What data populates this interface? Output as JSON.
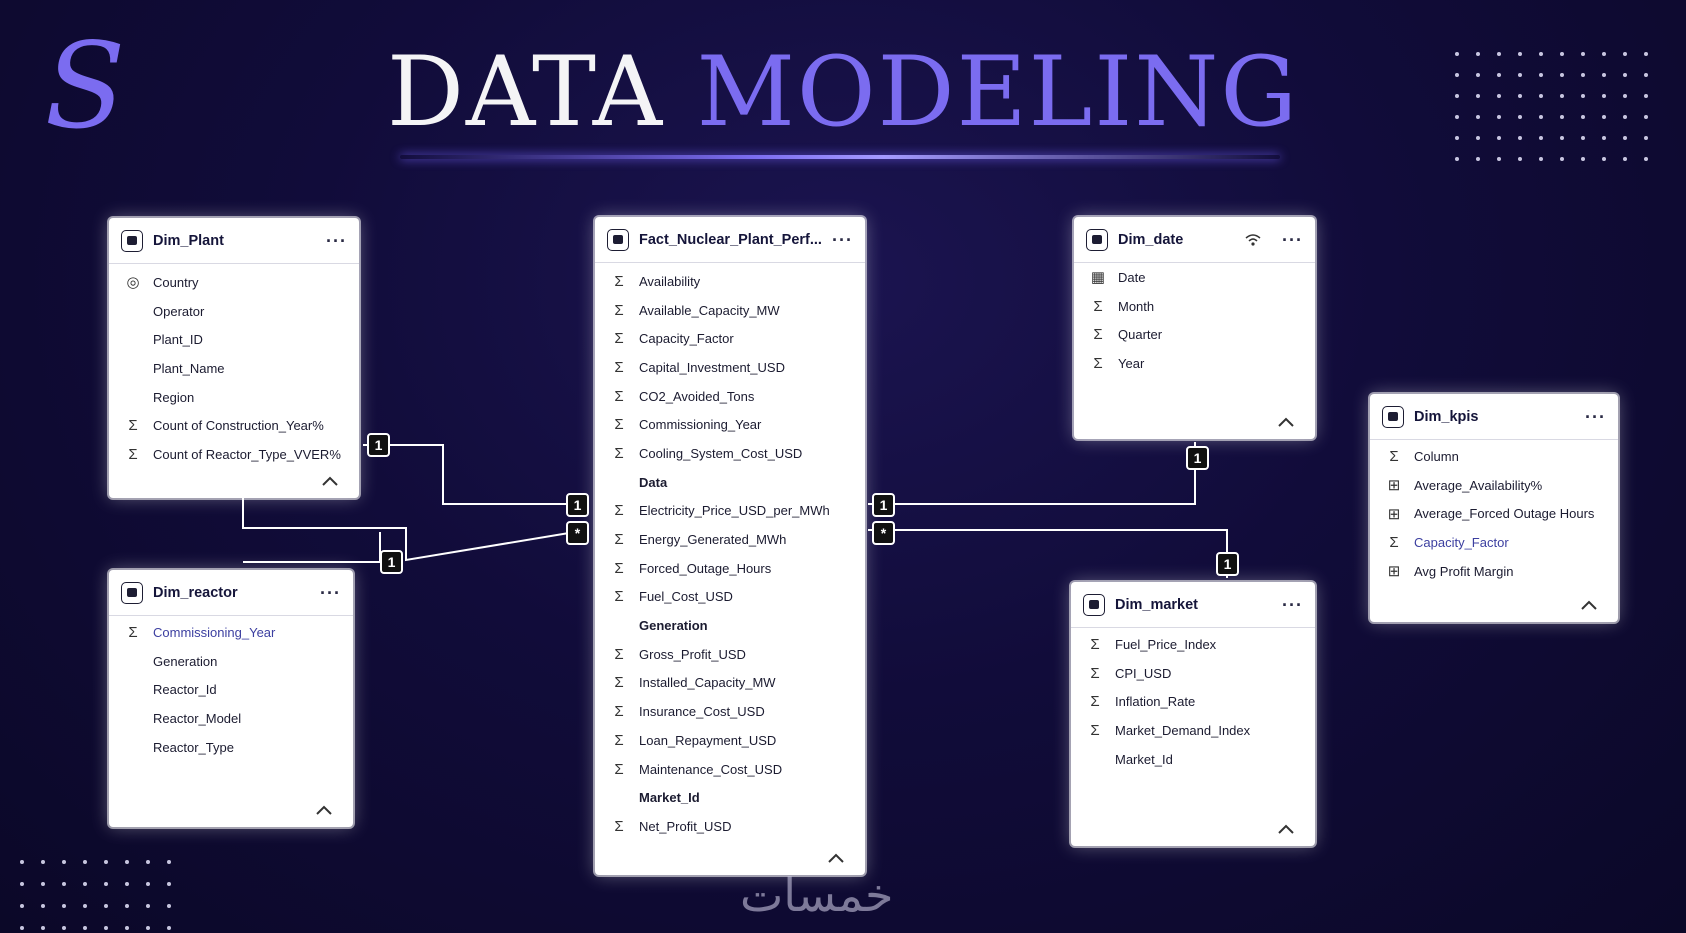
{
  "title": {
    "word1": "DATA",
    "word2": "MODELING"
  },
  "watermark": "خمسات",
  "colors": {
    "background": "#110c3a",
    "accent": "#7b6cf0",
    "card": "#ffffff"
  },
  "tables": {
    "dim_plant": {
      "name": "Dim_Plant",
      "fields": [
        "Country",
        "Operator",
        "Plant_ID",
        "Plant_Name",
        "Region",
        "Count of Construction_Year%",
        "Count of Reactor_Type_VVER%"
      ]
    },
    "dim_reactor": {
      "name": "Dim_reactor",
      "fields": [
        "Commissioning_Year",
        "Generation",
        "Reactor_Id",
        "Reactor_Model",
        "Reactor_Type"
      ]
    },
    "fact": {
      "name": "Fact_Nuclear_Plant_Perf...",
      "fields": [
        "Availability",
        "Available_Capacity_MW",
        "Capacity_Factor",
        "Capital_Investment_USD",
        "CO2_Avoided_Tons",
        "Commissioning_Year",
        "Cooling_System_Cost_USD",
        "Data",
        "Electricity_Price_USD_per_MWh",
        "Energy_Generated_MWh",
        "Forced_Outage_Hours",
        "Fuel_Cost_USD",
        "Generation",
        "Gross_Profit_USD",
        "Installed_Capacity_MW",
        "Insurance_Cost_USD",
        "Loan_Repayment_USD",
        "Maintenance_Cost_USD",
        "Market_Id",
        "Net_Profit_USD"
      ]
    },
    "dim_date": {
      "name": "Dim_date",
      "fields": [
        "Date",
        "Month",
        "Quarter",
        "Year"
      ]
    },
    "dim_market": {
      "name": "Dim_market",
      "fields": [
        "Fuel_Price_Index",
        "CPI_USD",
        "Inflation_Rate",
        "Market_Demand_Index",
        "Market_Id"
      ]
    },
    "dim_kpis": {
      "name": "Dim_kpis",
      "fields": [
        "Column",
        "Average_Availability%",
        "Average_Forced Outage Hours",
        "Capacity_Factor",
        "Avg Profit Margin"
      ]
    }
  },
  "cardinality": {
    "one": "1",
    "many": "*"
  }
}
